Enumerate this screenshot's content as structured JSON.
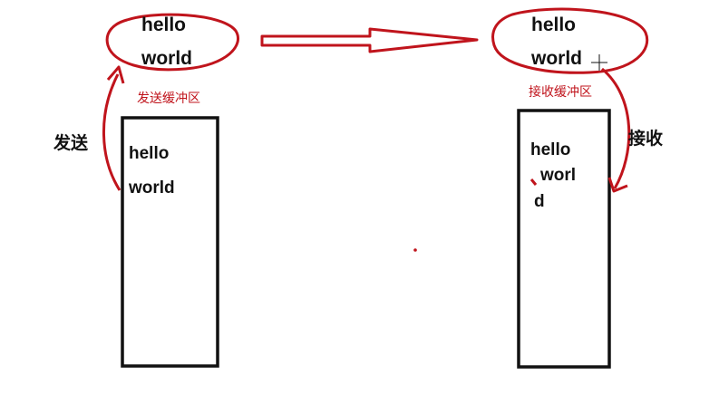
{
  "colors": {
    "ink": "#111111",
    "accent": "#c0141c",
    "background": "#ffffff"
  },
  "left": {
    "bubble_line1": "hello",
    "bubble_line2": "world",
    "buffer_label": "发送缓冲区",
    "box_line1": "hello",
    "box_line2": "world",
    "action_label": "发送"
  },
  "right": {
    "bubble_line1": "hello",
    "bubble_line2": "world",
    "buffer_label": "接收缓冲区",
    "box_line1": "hello",
    "box_line2": "worl",
    "box_line3": "d",
    "action_label": "接收"
  },
  "icons": [
    "cursor-crosshair-icon"
  ]
}
